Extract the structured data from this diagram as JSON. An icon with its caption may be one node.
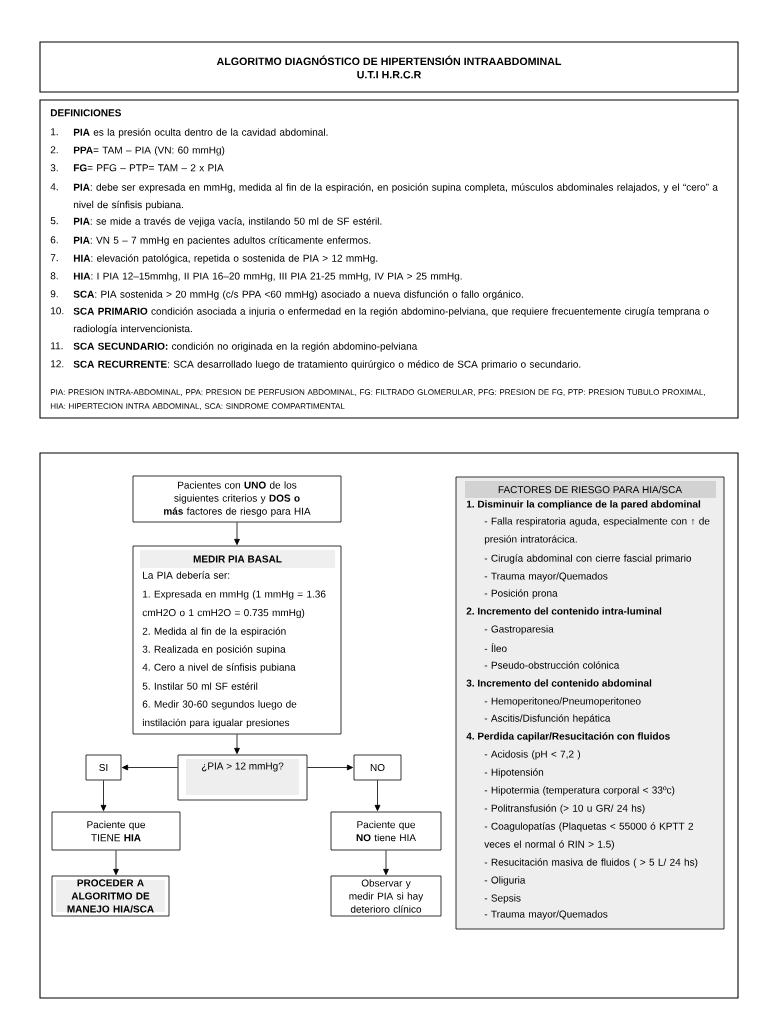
{
  "diagram": {
    "nodes": [
      {
        "text": [
          "ALGORITMO DIAGNÓSTICO DE HIPERTENSIÓN INTRAABDOMINAL",
          "U.T.I H.R.C.R"
        ]
      },
      {
        "text": [
          "DEFINICIONES",
          "1.",
          "**PIA** es la presión oculta dentro de la cavidad abdominal.",
          "2.",
          "**PPA**= TAM – PIA (VN: 60 mmHg)",
          "3.",
          "**FG**= PFG – PTP= TAM – 2 x PIA",
          "4.",
          "**PIA**: debe ser expresada en mmHg, medida al fin de la espiración, en posición supina completa, músculos abdominales relajados, y el “cero” a nivel de sínfisis pubiana.",
          "5.",
          "**PIA**: se mide a través de vejiga vacía, instilando 50 ml de SF estéril.",
          "6.",
          "**PIA**: VN 5 – 7 mmHg en pacientes adultos críticamente enfermos.",
          "7.",
          "**HIA**: elevación patológica, repetida o sostenida de PIA > 12 mmHg.",
          "8.",
          "**HIA**: I PIA 12–15mmhg, II PIA 16–20 mmHg, III PIA 21-25 mmHg, IV PIA > 25 mmHg.",
          "9.",
          "**SCA**: PIA sostenida > 20 mmHg (c/s PPA <60 mmHg) asociado a nueva disfunción o fallo orgánico.",
          "10.",
          "**SCA PRIMARIO** condición asociada a injuria o enfermedad en la región abdomino-pelviana, que requiere frecuentemente cirugía temprana o radiología intervencionista.",
          "11.",
          "**SCA SECUNDARIO:** condición no originada en la región abdomino-pelviana",
          "12.",
          "**SCA RECURRENTE**: SCA desarrollado luego de tratamiento quirúrgico o médico de SCA primario o secundario.",
          "PIA: PRESION INTRA-ABDOMINAL, PPA: PRESION DE PERFUSION ABDOMINAL, FG: FILTRADO GLOMERULAR, PFG: PRESION DE FG, PTP: PRESION TUBULO PROXIMAL, HIA: HIPERTECION INTRA ABDOMINAL, SCA: SINDROME COMPARTIMENTAL"
        ]
      },
      {
        "text": [],
        "shape": "box"
      },
      {
        "text": [
          "Pacientes con **UNO** de los siguientes criterios y **DOS o más** factores de riesgo para HIA"
        ],
        "in": 2
      },
      {
        "text": [
          "MEDIR PIA BASAL",
          "La PIA debería ser:",
          "1. Expresada en mmHg (1 mmHg = 1.36 cmH2O o 1 cmH2O = 0.735 mmHg)",
          "2. Medida al fin de la espiración",
          "3. Realizada en posición supina",
          "4. Cero a nivel de sínfisis pubiana",
          "5. Instilar 50 ml SF estéril",
          "6. Medir 30-60 segundos luego de instilación para igualar presiones"
        ],
        "in": 2
      },
      {
        "text": [
          "¿PIA > 12 mmHg?"
        ],
        "in": 2
      },
      {
        "text": [
          "SI"
        ],
        "in": 2
      },
      {
        "text": [
          "NO"
        ],
        "in": 2
      },
      {
        "text": [
          "Paciente que TIENE **HIA**"
        ],
        "in": 2
      },
      {
        "text": [
          "Paciente que **NO** tiene HIA"
        ],
        "in": 2
      },
      {
        "text": [
          "PROCEDER A ALGORITMO DE MANEJO HIA/SCA"
        ],
        "in": 2
      },
      {
        "text": [
          "Observar y medir PIA si hay deterioro clínico"
        ],
        "in": 2
      },
      {
        "text": [
          "FACTORES DE RIESGO PARA HIA/SCA",
          "1. Disminuir la compliance de la pared abdominal",
          "- Falla respiratoria aguda, especialmente con ↑ de presión intratorácica.",
          "- Cirugía abdominal con cierre fascial primario",
          "- Trauma mayor/Quemados",
          "- Posición prona",
          "2. Incremento del contenido intra-luminal",
          "- Gastroparesia",
          "- Íleo",
          "- Pseudo-obstrucción colónica",
          "3. Incremento del contenido abdominal",
          "- Hemoperitoneo/Pneumoperitoneo",
          "- Ascitis/Disfunción hepática",
          "4. Perdida capilar/Resucitación con fluidos",
          "- Acidosis (pH < 7,2 )",
          "- Hipotensión",
          "- Hipotermia (temperatura corporal < 33ºc)",
          "- Politransfusión (> 10 u GR/ 24 hs)",
          "- Coagulopatías (Plaquetas < 55000 ó KPTT 2 veces el normal ó RIN > 1.5)",
          "- Resucitación masiva de fluidos ( > 5 L/ 24 hs)",
          "- Oliguria",
          "- Sepsis",
          "- Trauma mayor/Quemados"
        ],
        "in": 2
      }
    ],
    "edges": [
      {
        "from": 3,
        "to": 4,
        "arrow": "to"
      },
      {
        "from": 4,
        "to": 5,
        "arrow": "to"
      },
      {
        "from": 5,
        "to": 6,
        "arrow": "to"
      },
      {
        "from": 5,
        "to": 7,
        "arrow": "to"
      },
      {
        "from": 6,
        "to": 8,
        "arrow": "to"
      },
      {
        "from": 7,
        "to": 9,
        "arrow": "to"
      },
      {
        "from": 8,
        "to": 10,
        "arrow": "to"
      },
      {
        "from": 9,
        "to": 11,
        "arrow": "to"
      }
    ]
  }
}
